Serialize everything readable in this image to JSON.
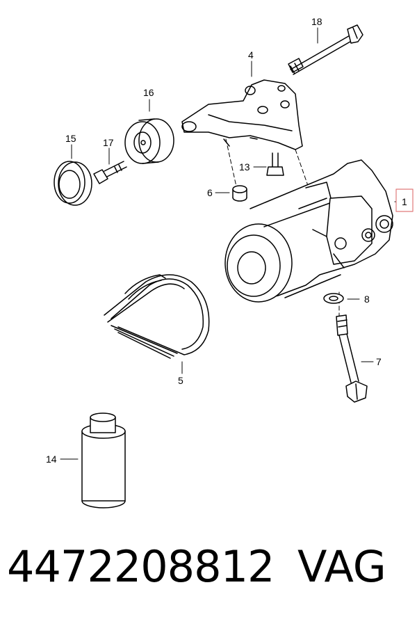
{
  "diagram": {
    "callouts": [
      {
        "id": "c18",
        "text": "18"
      },
      {
        "id": "c4",
        "text": "4"
      },
      {
        "id": "c16",
        "text": "16"
      },
      {
        "id": "c15",
        "text": "15"
      },
      {
        "id": "c17",
        "text": "17"
      },
      {
        "id": "c13",
        "text": "13"
      },
      {
        "id": "c6",
        "text": "6"
      },
      {
        "id": "c1",
        "text": "1"
      },
      {
        "id": "c8",
        "text": "8"
      },
      {
        "id": "c7",
        "text": "7"
      },
      {
        "id": "c5",
        "text": "5"
      },
      {
        "id": "c14",
        "text": "14"
      }
    ],
    "highlight_color": "#e07a7a"
  },
  "caption": {
    "part_number": "4472208812",
    "brand": "VAG"
  }
}
